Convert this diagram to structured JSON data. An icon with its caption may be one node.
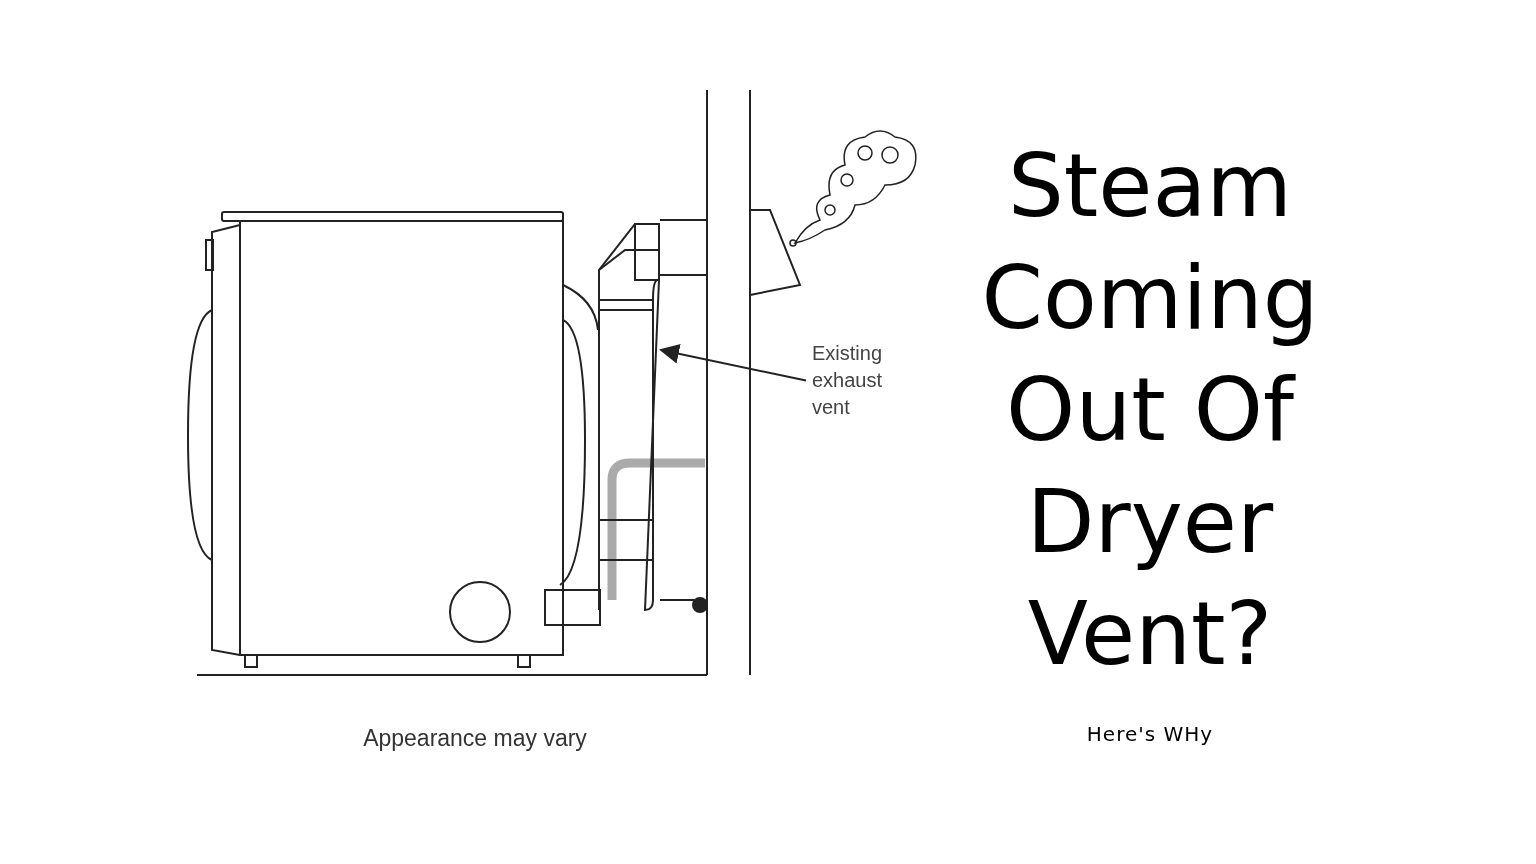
{
  "diagram": {
    "title": "Steam Coming Out Of Dryer Vent?",
    "nodes": [
      {
        "text": [
          "Existing exhaust vent"
        ]
      },
      {
        "text": [],
        "shape": "picture"
      }
    ],
    "edges": [
      {
        "from": 0,
        "to": 1,
        "arrow": "to"
      }
    ],
    "labels": [
      "Appearance may vary",
      "Here's WHy"
    ]
  }
}
